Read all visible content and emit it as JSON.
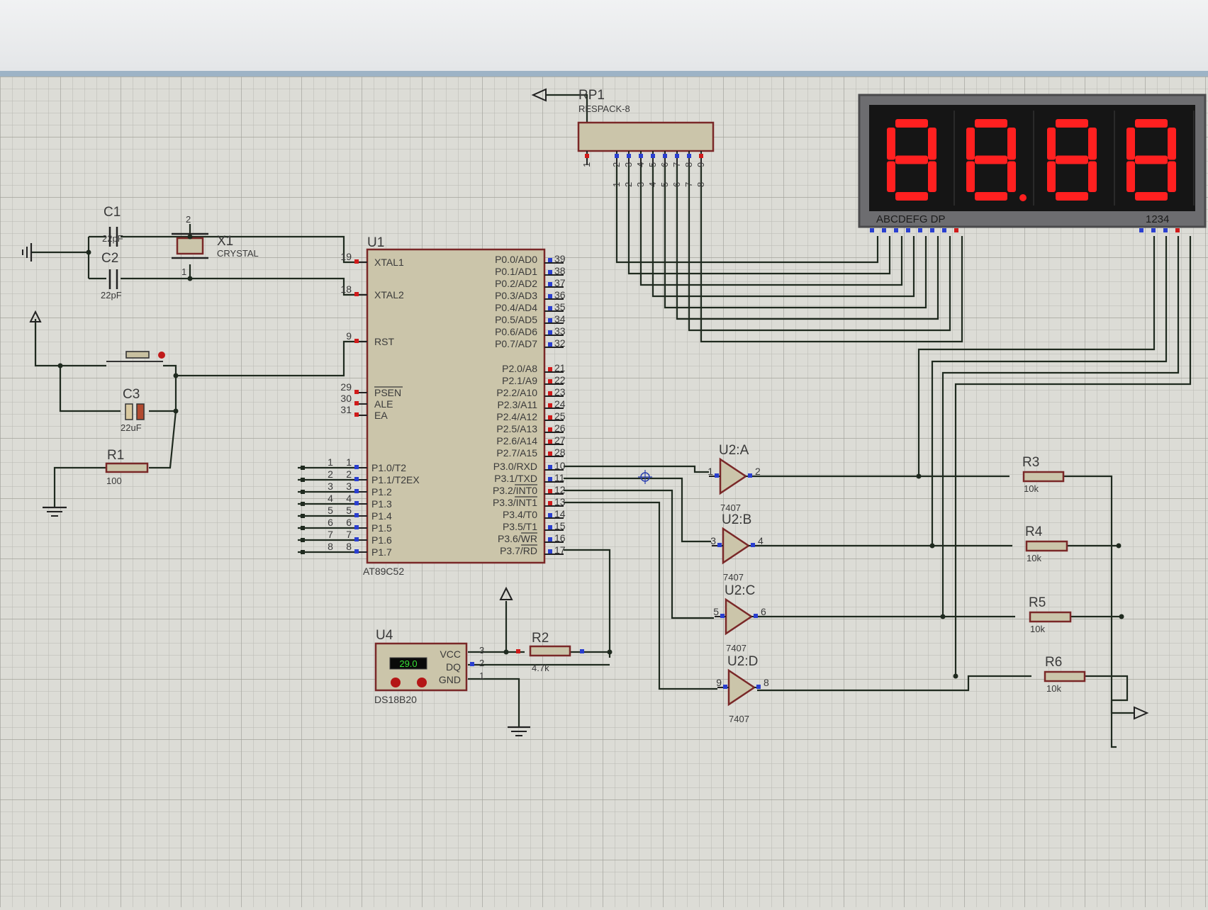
{
  "schematic": {
    "u1": {
      "ref": "U1",
      "part": "AT89C52",
      "left_pins": [
        {
          "num": "19",
          "name": "XTAL1"
        },
        {
          "num": "18",
          "name": "XTAL2"
        },
        {
          "num": "9",
          "name": "RST"
        },
        {
          "num": "29",
          "name": "PSEN"
        },
        {
          "num": "30",
          "name": "ALE"
        },
        {
          "num": "31",
          "name": "EA"
        },
        {
          "num": "1",
          "name": "P1.0/T2"
        },
        {
          "num": "2",
          "name": "P1.1/T2EX"
        },
        {
          "num": "3",
          "name": "P1.2"
        },
        {
          "num": "4",
          "name": "P1.3"
        },
        {
          "num": "5",
          "name": "P1.4"
        },
        {
          "num": "6",
          "name": "P1.5"
        },
        {
          "num": "7",
          "name": "P1.6"
        },
        {
          "num": "8",
          "name": "P1.7"
        }
      ],
      "right_pins": [
        {
          "num": "39",
          "name": "P0.0/AD0"
        },
        {
          "num": "38",
          "name": "P0.1/AD1"
        },
        {
          "num": "37",
          "name": "P0.2/AD2"
        },
        {
          "num": "36",
          "name": "P0.3/AD3"
        },
        {
          "num": "35",
          "name": "P0.4/AD4"
        },
        {
          "num": "34",
          "name": "P0.5/AD5"
        },
        {
          "num": "33",
          "name": "P0.6/AD6"
        },
        {
          "num": "32",
          "name": "P0.7/AD7"
        },
        {
          "num": "21",
          "name": "P2.0/A8"
        },
        {
          "num": "22",
          "name": "P2.1/A9"
        },
        {
          "num": "23",
          "name": "P2.2/A10"
        },
        {
          "num": "24",
          "name": "P2.3/A11"
        },
        {
          "num": "25",
          "name": "P2.4/A12"
        },
        {
          "num": "26",
          "name": "P2.5/A13"
        },
        {
          "num": "27",
          "name": "P2.6/A14"
        },
        {
          "num": "28",
          "name": "P2.7/A15"
        },
        {
          "num": "10",
          "name": "P3.0/RXD"
        },
        {
          "num": "11",
          "name": "P3.1/TXD"
        },
        {
          "num": "12",
          "name": "P3.2/INT0"
        },
        {
          "num": "13",
          "name": "P3.3/INT1"
        },
        {
          "num": "14",
          "name": "P3.4/T0"
        },
        {
          "num": "15",
          "name": "P3.5/T1"
        },
        {
          "num": "16",
          "name": "P3.6/WR"
        },
        {
          "num": "17",
          "name": "P3.7/RD"
        }
      ],
      "p1_wire_numbers": [
        "1",
        "2",
        "3",
        "4",
        "5",
        "6",
        "7",
        "8"
      ]
    },
    "rp1": {
      "ref": "RP1",
      "part": "RESPACK-8",
      "pins": [
        "1",
        "2",
        "3",
        "4",
        "5",
        "6",
        "7",
        "8",
        "9"
      ],
      "lower_numbers": [
        "1",
        "2",
        "3",
        "4",
        "5",
        "6",
        "7",
        "8"
      ]
    },
    "display": {
      "digits": "88.88",
      "segment_label": "ABCDEFG  DP",
      "digit_label": "1234",
      "segment_color": "#ff2020"
    },
    "c1": {
      "ref": "C1",
      "value": "22pF"
    },
    "c2": {
      "ref": "C2",
      "value": "22pF"
    },
    "x1": {
      "ref": "X1",
      "part": "CRYSTAL",
      "pin1": "1",
      "pin2": "2"
    },
    "c3": {
      "ref": "C3",
      "value": "22uF"
    },
    "r1": {
      "ref": "R1",
      "value": "100"
    },
    "r2": {
      "ref": "R2",
      "value": "4.7k"
    },
    "r3": {
      "ref": "R3",
      "value": "10k"
    },
    "r4": {
      "ref": "R4",
      "value": "10k"
    },
    "r5": {
      "ref": "R5",
      "value": "10k"
    },
    "r6": {
      "ref": "R6",
      "value": "10k"
    },
    "gates": [
      {
        "ref": "U2:A",
        "part": "7407",
        "in": "1",
        "out": "2"
      },
      {
        "ref": "U2:B",
        "part": "7407",
        "in": "3",
        "out": "4"
      },
      {
        "ref": "U2:C",
        "part": "7407",
        "in": "5",
        "out": "6"
      },
      {
        "ref": "U2:D",
        "part": "7407",
        "in": "9",
        "out": "8"
      }
    ],
    "u4": {
      "ref": "U4",
      "part": "DS18B20",
      "reading": "29.0",
      "pins": [
        {
          "name": "VCC",
          "num": "3"
        },
        {
          "name": "DQ",
          "num": "2"
        },
        {
          "name": "GND",
          "num": "1"
        }
      ]
    }
  }
}
